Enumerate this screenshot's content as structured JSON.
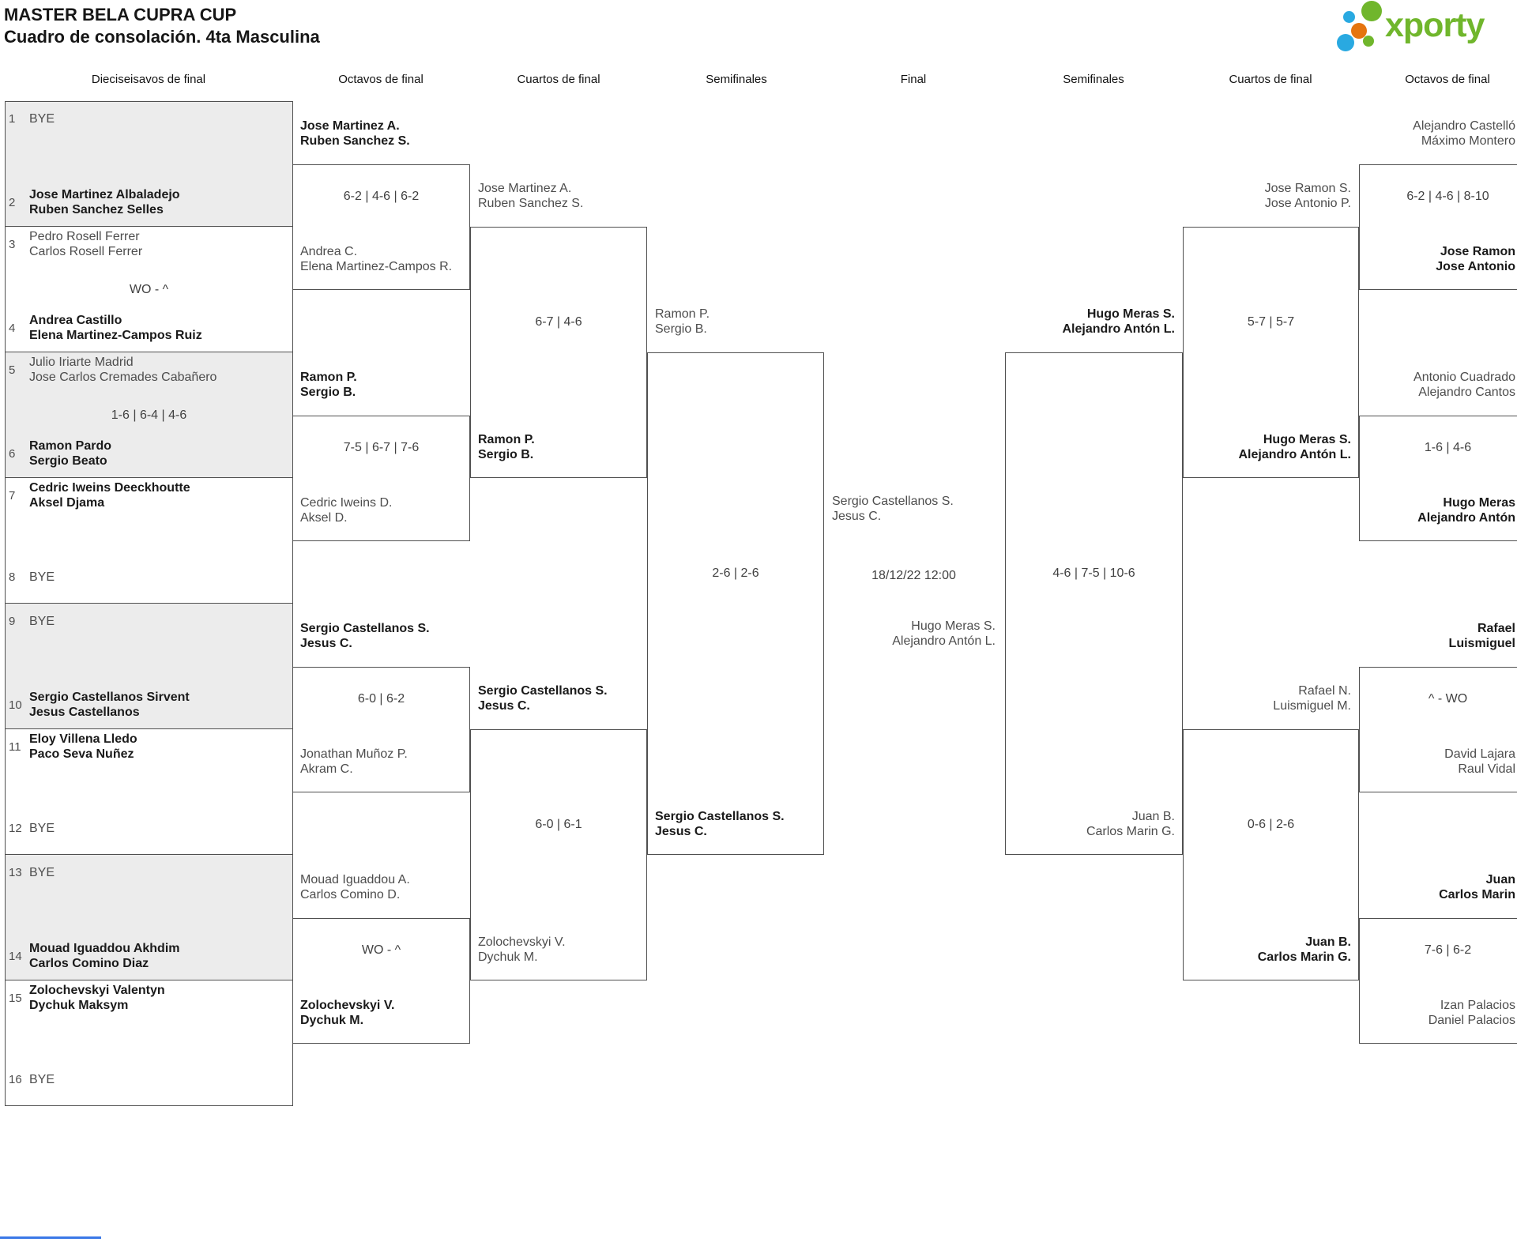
{
  "title": "MASTER BELA CUPRA CUP",
  "subtitle": "Cuadro de consolación. 4ta Masculina",
  "logo": {
    "text": "xporty",
    "green": "#70b62c",
    "blue": "#29a9e1",
    "orange": "#e5740e"
  },
  "accent_color": "#3b78e7",
  "round_headers": [
    {
      "label": "Dieciseisavos de final"
    },
    {
      "label": "Octavos de final"
    },
    {
      "label": "Cuartos de final"
    },
    {
      "label": "Semifinales"
    },
    {
      "label": "Final"
    },
    {
      "label": "Semifinales"
    },
    {
      "label": "Cuartos de final"
    },
    {
      "label": "Octavos de final"
    }
  ],
  "bracket": {
    "r16": [
      {
        "top": {
          "seed": "1",
          "lines": [
            "BYE"
          ],
          "bold": false
        },
        "score": "",
        "bottom": {
          "seed": "2",
          "lines": [
            "Jose Martinez Albaladejo",
            "Ruben Sanchez Selles"
          ],
          "bold": true
        }
      },
      {
        "top": {
          "seed": "3",
          "lines": [
            "Pedro Rosell Ferrer",
            "Carlos Rosell Ferrer"
          ],
          "bold": false
        },
        "score": "WO - ^",
        "bottom": {
          "seed": "4",
          "lines": [
            "Andrea Castillo",
            "Elena Martinez-Campos Ruiz"
          ],
          "bold": true
        }
      },
      {
        "top": {
          "seed": "5",
          "lines": [
            "Julio Iriarte Madrid",
            "Jose Carlos Cremades Cabañero"
          ],
          "bold": false
        },
        "score": "1-6 | 6-4 | 4-6",
        "bottom": {
          "seed": "6",
          "lines": [
            "Ramon Pardo",
            "Sergio Beato"
          ],
          "bold": true
        }
      },
      {
        "top": {
          "seed": "7",
          "lines": [
            "Cedric Iweins Deeckhoutte",
            "Aksel Djama"
          ],
          "bold": true
        },
        "score": "",
        "bottom": {
          "seed": "8",
          "lines": [
            "BYE"
          ],
          "bold": false
        }
      },
      {
        "top": {
          "seed": "9",
          "lines": [
            "BYE"
          ],
          "bold": false
        },
        "score": "",
        "bottom": {
          "seed": "10",
          "lines": [
            "Sergio Castellanos Sirvent",
            "Jesus Castellanos"
          ],
          "bold": true
        }
      },
      {
        "top": {
          "seed": "11",
          "lines": [
            "Eloy Villena Lledo",
            "Paco Seva Nuñez"
          ],
          "bold": true
        },
        "score": "",
        "bottom": {
          "seed": "12",
          "lines": [
            "BYE"
          ],
          "bold": false
        }
      },
      {
        "top": {
          "seed": "13",
          "lines": [
            "BYE"
          ],
          "bold": false
        },
        "score": "",
        "bottom": {
          "seed": "14",
          "lines": [
            "Mouad Iguaddou Akhdim",
            "Carlos Comino Diaz"
          ],
          "bold": true
        }
      },
      {
        "top": {
          "seed": "15",
          "lines": [
            "Zolochevskyi Valentyn",
            "Dychuk Maksym"
          ],
          "bold": true
        },
        "score": "",
        "bottom": {
          "seed": "16",
          "lines": [
            "BYE"
          ],
          "bold": false
        }
      }
    ],
    "oct_left": [
      {
        "top": {
          "lines": [
            "Jose Martinez A.",
            "Ruben Sanchez S."
          ],
          "bold": true
        },
        "score": "6-2 | 4-6 | 6-2",
        "bottom": {
          "lines": [
            "Andrea C.",
            "Elena Martinez-Campos R."
          ],
          "bold": false
        }
      },
      {
        "top": {
          "lines": [
            "Ramon P.",
            "Sergio B."
          ],
          "bold": true
        },
        "score": "7-5 | 6-7 | 7-6",
        "bottom": {
          "lines": [
            "Cedric Iweins D.",
            "Aksel D."
          ],
          "bold": false
        }
      },
      {
        "top": {
          "lines": [
            "Sergio Castellanos S.",
            "Jesus C."
          ],
          "bold": true
        },
        "score": "6-0 | 6-2",
        "bottom": {
          "lines": [
            "Jonathan Muñoz P.",
            "Akram C."
          ],
          "bold": false
        }
      },
      {
        "top": {
          "lines": [
            "Mouad Iguaddou A.",
            "Carlos Comino D."
          ],
          "bold": false
        },
        "score": "WO - ^",
        "bottom": {
          "lines": [
            "Zolochevskyi V.",
            "Dychuk M."
          ],
          "bold": true
        }
      }
    ],
    "quart_left": [
      {
        "top": {
          "lines": [
            "Jose Martinez A.",
            "Ruben Sanchez S."
          ],
          "bold": false
        },
        "score": "6-7 | 4-6",
        "bottom": {
          "lines": [
            "Ramon P.",
            "Sergio B."
          ],
          "bold": true
        }
      },
      {
        "top": {
          "lines": [
            "Sergio Castellanos S.",
            "Jesus C."
          ],
          "bold": true
        },
        "score": "6-0 | 6-1",
        "bottom": {
          "lines": [
            "Zolochevskyi V.",
            "Dychuk M."
          ],
          "bold": false
        }
      }
    ],
    "semi_left": [
      {
        "top": {
          "lines": [
            "Ramon P.",
            "Sergio B."
          ],
          "bold": false
        },
        "score": "2-6 | 2-6",
        "bottom": {
          "lines": [
            "Sergio Castellanos S.",
            "Jesus C."
          ],
          "bold": true
        }
      }
    ],
    "final": {
      "top": {
        "lines": [
          "Sergio Castellanos S.",
          "Jesus C."
        ],
        "bold": false
      },
      "date": "18/12/22 12:00",
      "bottom": {
        "lines": [
          "Hugo Meras S.",
          "Alejandro Antón L."
        ],
        "bold": false
      }
    },
    "semi_right": [
      {
        "top": {
          "lines": [
            "Hugo Meras S.",
            "Alejandro Antón L."
          ],
          "bold": true
        },
        "score": "4-6 | 7-5 | 10-6",
        "bottom": {
          "lines": [
            "Juan B.",
            "Carlos Marin G."
          ],
          "bold": false
        }
      }
    ],
    "quart_right": [
      {
        "top": {
          "lines": [
            "Jose Ramon S.",
            "Jose Antonio P."
          ],
          "bold": false
        },
        "score": "5-7 | 5-7",
        "bottom": {
          "lines": [
            "Hugo Meras S.",
            "Alejandro Antón L."
          ],
          "bold": true
        }
      },
      {
        "top": {
          "lines": [
            "Rafael N.",
            "Luismiguel M."
          ],
          "bold": false
        },
        "score": "0-6 | 2-6",
        "bottom": {
          "lines": [
            "Juan B.",
            "Carlos Marin G."
          ],
          "bold": true
        }
      }
    ],
    "oct_right": [
      {
        "top": {
          "lines": [
            "Alejandro Castelló",
            "Máximo Montero"
          ],
          "bold": false
        },
        "score": "6-2 | 4-6 | 8-10",
        "bottom": {
          "lines": [
            "Jose Ramon",
            "Jose Antonio"
          ],
          "bold": true
        }
      },
      {
        "top": {
          "lines": [
            "Antonio Cuadrado",
            "Alejandro Cantos"
          ],
          "bold": false
        },
        "score": "1-6 | 4-6",
        "bottom": {
          "lines": [
            "Hugo Meras",
            "Alejandro Antón"
          ],
          "bold": true
        }
      },
      {
        "top": {
          "lines": [
            "Rafael",
            "Luismiguel"
          ],
          "bold": true
        },
        "score": "^ - WO",
        "bottom": {
          "lines": [
            "David Lajara",
            "Raul Vidal"
          ],
          "bold": false
        }
      },
      {
        "top": {
          "lines": [
            "Juan",
            "Carlos Marin"
          ],
          "bold": true
        },
        "score": "7-6 | 6-2",
        "bottom": {
          "lines": [
            "Izan Palacios",
            "Daniel Palacios"
          ],
          "bold": false
        }
      }
    ]
  }
}
